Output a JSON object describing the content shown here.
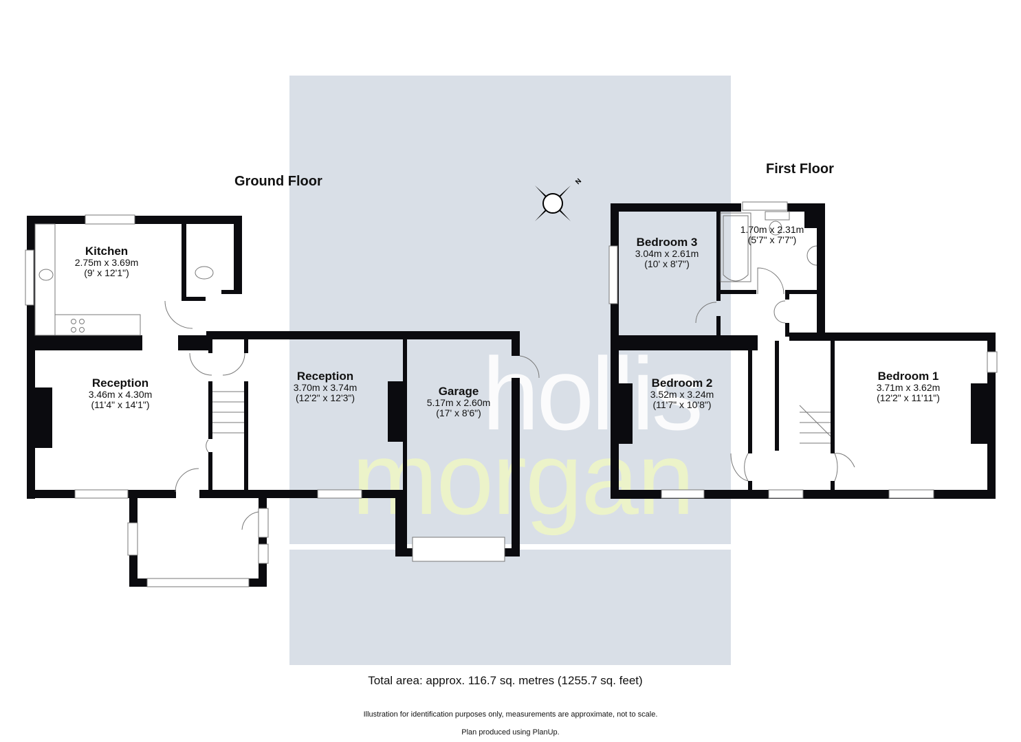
{
  "floors": {
    "ground": {
      "title": "Ground Floor"
    },
    "first": {
      "title": "First Floor"
    }
  },
  "rooms": {
    "kitchen": {
      "name": "Kitchen",
      "metric": "2.75m x 3.69m",
      "imperial": "(9' x 12'1\")"
    },
    "reception_1": {
      "name": "Reception",
      "metric": "3.46m x 4.30m",
      "imperial": "(11'4\" x 14'1\")"
    },
    "reception_2": {
      "name": "Reception",
      "metric": "3.70m x 3.74m",
      "imperial": "(12'2\" x 12'3\")"
    },
    "garage": {
      "name": "Garage",
      "metric": "5.17m x 2.60m",
      "imperial": "(17' x 8'6\")"
    },
    "bedroom_3": {
      "name": "Bedroom 3",
      "metric": "3.04m x 2.61m",
      "imperial": "(10' x 8'7\")"
    },
    "bathroom": {
      "name": "",
      "metric": "1.70m x 2.31m",
      "imperial": "(5'7\" x 7'7\")"
    },
    "bedroom_2": {
      "name": "Bedroom 2",
      "metric": "3.52m x 3.24m",
      "imperial": "(11'7\" x 10'8\")"
    },
    "bedroom_1": {
      "name": "Bedroom 1",
      "metric": "3.71m x 3.62m",
      "imperial": "(12'2\" x 11'11\")"
    }
  },
  "compass": {
    "label": "N"
  },
  "watermark": {
    "line1": "hollis",
    "line2": "morgan"
  },
  "footer": {
    "total_area": "Total area: approx. 116.7 sq. metres (1255.7 sq. feet)",
    "disclaimer": "Illustration for identification purposes only, measurements are approximate, not to scale.",
    "credit": "Plan produced using PlanUp."
  },
  "colors": {
    "wall": "#0b0b0f",
    "panel": "#d9dfe7",
    "watermark_hollis": "#ffffff",
    "watermark_morgan": "#eef5c8"
  }
}
